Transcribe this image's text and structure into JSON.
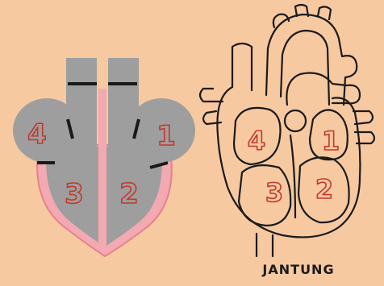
{
  "colors": {
    "background": "#f6c9a0",
    "chamber_gray": "#9e9e9e",
    "wall_pink": "#f3a9b1",
    "wall_pink_dark": "#e6808c",
    "number_outline": "#c0392b",
    "line": "#1a1a1a"
  },
  "schematic": {
    "label_4": "4",
    "label_1": "1",
    "label_3": "3",
    "label_2": "2"
  },
  "anatomical": {
    "label_4": "4",
    "label_1": "1",
    "label_3": "3",
    "label_2": "2",
    "caption": "JANTUNG"
  }
}
